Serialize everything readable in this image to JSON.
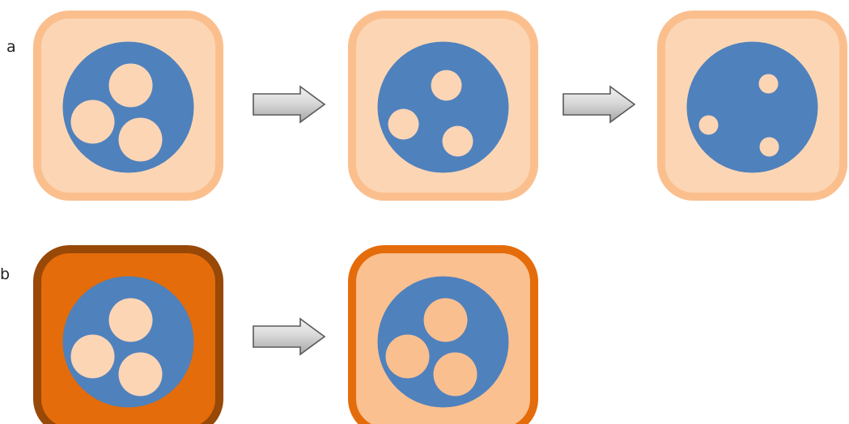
{
  "panels": [
    {
      "label": "a",
      "stages": [
        {
          "cell_fill": "#fcd6b4",
          "cell_border": "#fbbf8e",
          "nucleus": "#4f81bd",
          "vesicle": "#fcd5b5",
          "vesicle_size": "large"
        },
        {
          "cell_fill": "#fcd6b4",
          "cell_border": "#fbbf8e",
          "nucleus": "#4f81bd",
          "vesicle": "#fcd5b5",
          "vesicle_size": "medium"
        },
        {
          "cell_fill": "#fcd6b4",
          "cell_border": "#fbbf8e",
          "nucleus": "#4f81bd",
          "vesicle": "#fcd5b5",
          "vesicle_size": "small"
        }
      ],
      "arrows": 2
    },
    {
      "label": "b",
      "stages": [
        {
          "cell_fill": "#e46c0a",
          "cell_border": "#984807",
          "nucleus": "#4f81bd",
          "vesicle": "#fcd5b5",
          "vesicle_size": "large"
        },
        {
          "cell_fill": "#fac090",
          "cell_border": "#e46c0a",
          "nucleus": "#4f81bd",
          "vesicle": "#f9bf8f",
          "vesicle_size": "large"
        }
      ],
      "arrows": 1
    }
  ],
  "arrow_icon": "right-block-arrow-icon",
  "arrow_colors": {
    "light": "#f2f2f2",
    "dark": "#a6a6a6",
    "outline": "#595959"
  }
}
